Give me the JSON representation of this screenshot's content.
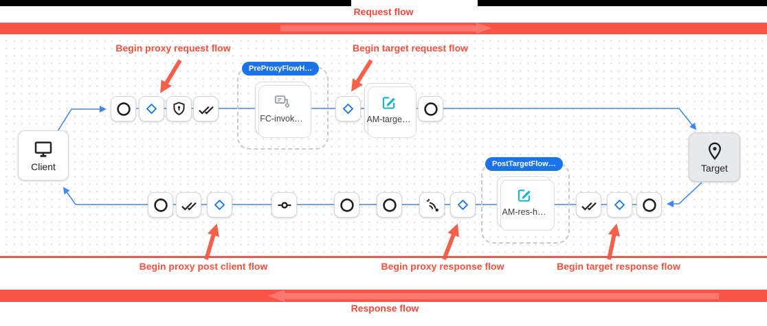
{
  "top_banner": {
    "label": "Request flow",
    "direction": "right"
  },
  "bottom_banner": {
    "label": "Response flow",
    "direction": "left"
  },
  "annotations": [
    {
      "id": "begin-proxy-request-flow",
      "label": "Begin proxy request flow"
    },
    {
      "id": "begin-target-request-flow",
      "label": "Begin target request flow"
    },
    {
      "id": "begin-proxy-post-client-flow",
      "label": "Begin proxy post client flow"
    },
    {
      "id": "begin-proxy-response-flow",
      "label": "Begin proxy response flow"
    },
    {
      "id": "begin-target-response-flow",
      "label": "Begin target response flow"
    }
  ],
  "diagram": {
    "client": {
      "label": "Client",
      "icon": "monitor-icon"
    },
    "target": {
      "label": "Target",
      "icon": "location-pin-icon"
    },
    "flow_hooks": {
      "pre_proxy": {
        "badge": "PreProxyFlowH…",
        "step_label": "FC-invok…",
        "step_icon": "flow-callout-icon"
      },
      "post_target": {
        "badge": "PostTargetFlow…",
        "step_label": "AM-res-h…",
        "step_icon": "assign-message-icon"
      }
    },
    "named_steps": {
      "am_target": {
        "label": "AM-targe…",
        "icon": "assign-message-icon"
      }
    },
    "request_row_icons": [
      "circle-icon",
      "flow-diamond-icon",
      "shield-icon",
      "double-check-icon",
      "flow-diamond-icon",
      "circle-icon"
    ],
    "response_row_icons": [
      "circle-icon",
      "double-check-icon",
      "flow-diamond-icon",
      "commit-icon",
      "circle-icon",
      "circle-icon",
      "signal-icon",
      "flow-diamond-icon",
      "double-check-icon",
      "flow-diamond-icon",
      "circle-icon"
    ]
  },
  "colors": {
    "banner_red": "#fa5347",
    "annotation_red": "#f4503c",
    "wire_blue": "#4285f4",
    "diamond_blue": "#1a73e8",
    "badge_blue": "#1a73e8",
    "policy_teal": "#12b5cb",
    "policy_gray": "#9aa0a6"
  }
}
